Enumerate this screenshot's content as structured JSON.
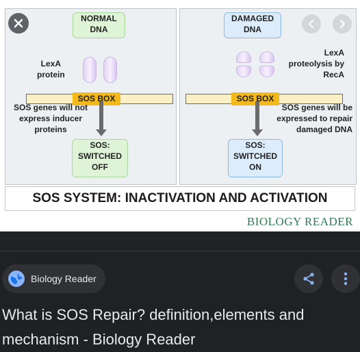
{
  "diagram": {
    "normal_label": "NORMAL\nDNA",
    "damaged_label": "DAMAGED\nDNA",
    "lexa_protein": "LexA\nprotein",
    "lexa_proteolysis": "LexA\nproteolysis by\nRecA",
    "sos_box": "SOS BOX",
    "left_effect": "SOS genes will not\nexpress inducer\nproteins",
    "right_effect": "SOS genes will be\nexpressed to repair\ndamaged DNA",
    "sos_off": "SOS:\nSWITCHED\nOFF",
    "sos_on": "SOS:\nSWITCHED\nON",
    "title": "SOS SYSTEM: INACTIVATION AND ACTIVATION",
    "brand": "BIOLOGY READER"
  },
  "viewer": {
    "close_icon": "close-icon",
    "prev_icon": "chevron-left-icon",
    "next_icon": "chevron-right-icon"
  },
  "source": {
    "name": "Biology Reader",
    "icon": "globe-icon"
  },
  "actions": {
    "share_icon": "share-icon",
    "more_icon": "more-vert-icon"
  },
  "result": {
    "title": "What is SOS Repair? definition,elements and mechanism - Biology Reader"
  },
  "colors": {
    "background": "#202124",
    "chip": "#303134",
    "sos_box": "#f3b81a",
    "brand": "#2f7a54"
  }
}
